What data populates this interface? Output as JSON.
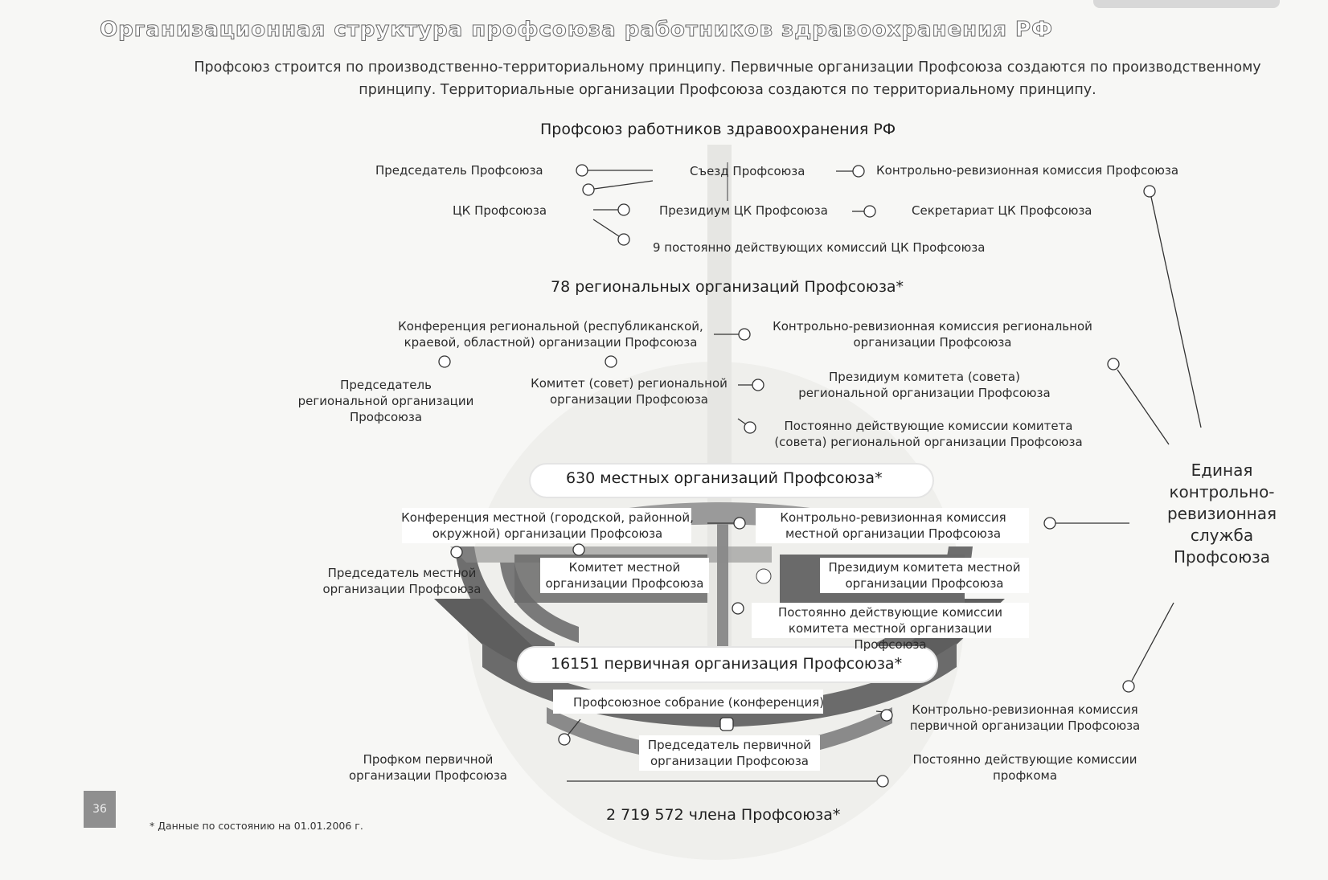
{
  "title": "Организационная структура профсоюза работников здравоохранения РФ",
  "intro": "Профсоюз строится по производственно-территориальному принципу. Первичные организации Профсоюза создаются по производственному принципу. Территориальные организации Профсоюза создаются по территориальному принципу.",
  "federal": {
    "header": "Профсоюз работников здравоохранения РФ",
    "chairman": "Председатель Профсоюза",
    "congress": "Съезд Профсоюза",
    "audit_commission": "Контрольно-ревизионная комиссия Профсоюза",
    "cc": "ЦК Профсоюза",
    "presidium": "Президиум ЦК Профсоюза",
    "secretariat": "Секретариат ЦК Профсоюза",
    "commissions": "9 постоянно действующих комиссий ЦК Профсоюза"
  },
  "regional": {
    "header": "78 региональных организаций Профсоюза*",
    "conference": "Конференция региональной (республиканской, краевой, областной) организации Профсоюза",
    "audit": "Контрольно-ревизионная комиссия региональной организации Профсоюза",
    "chairman": "Председатель региональной организации Профсоюза",
    "committee": "Комитет (совет) региональной организации Профсоюза",
    "presidium": "Президиум комитета (совета) региональной организации Профсоюза",
    "commissions": "Постоянно действующие комиссии комитета (совета) региональной организации Профсоюза"
  },
  "local": {
    "header": "630 местных организаций Профсоюза*",
    "conference": "Конференция местной (городской, районной, окружной) организации Профсоюза",
    "audit": "Контрольно-ревизионная комиссия местной организации Профсоюза",
    "chairman": "Председатель местной организации Профсоюза",
    "committee": "Комитет местной организации Профсоюза",
    "presidium": "Президиум комитета местной организации Профсоюза",
    "commissions": "Постоянно действующие комиссии комитета местной организации Профсоюза"
  },
  "primary": {
    "header": "16151 первичная организация Профсоюза*",
    "meeting": "Профсоюзное собрание (конференция)",
    "audit": "Контрольно-ревизионная комиссия первичной организации Профсоюза",
    "profcom": "Профком первичной организации Профсоюза",
    "chairman": "Председатель первичной организации Профсоюза",
    "commissions": "Постоянно действующие комиссии профкома"
  },
  "members": "2 719 572 члена Профсоюза*",
  "ekrs": "Единая контрольно-ревизионная служба Профсоюза",
  "page_number": "36",
  "footnote": "* Данные по состоянию на 01.01.2006 г."
}
